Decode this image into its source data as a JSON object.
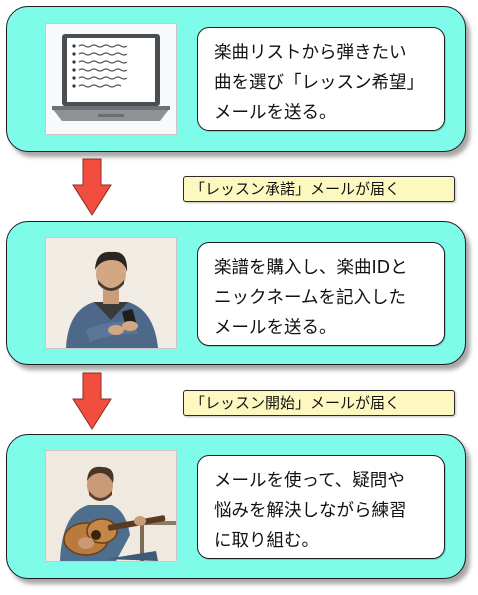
{
  "steps": [
    {
      "lines": [
        "楽曲リストから弾きたい",
        "曲を選び「レッスン希望」",
        "メールを送る。"
      ],
      "illustration": "laptop-illustration"
    },
    {
      "lines": [
        "楽譜を購入し、楽曲IDと",
        "ニックネームを記入した",
        "メールを送る。"
      ],
      "illustration": "man-with-phone-illustration"
    },
    {
      "lines": [
        "メールを使って、疑問や",
        "悩みを解決しながら練習",
        "に取り組む。"
      ],
      "illustration": "man-playing-guitar-illustration"
    }
  ],
  "notices": [
    "「レッスン承諾」メールが届く",
    "「レッスン開始」メールが届く"
  ],
  "colors": {
    "step_background": "#7ffbea",
    "notice_background": "#fdf8bf",
    "arrow": "#f14e3f"
  }
}
